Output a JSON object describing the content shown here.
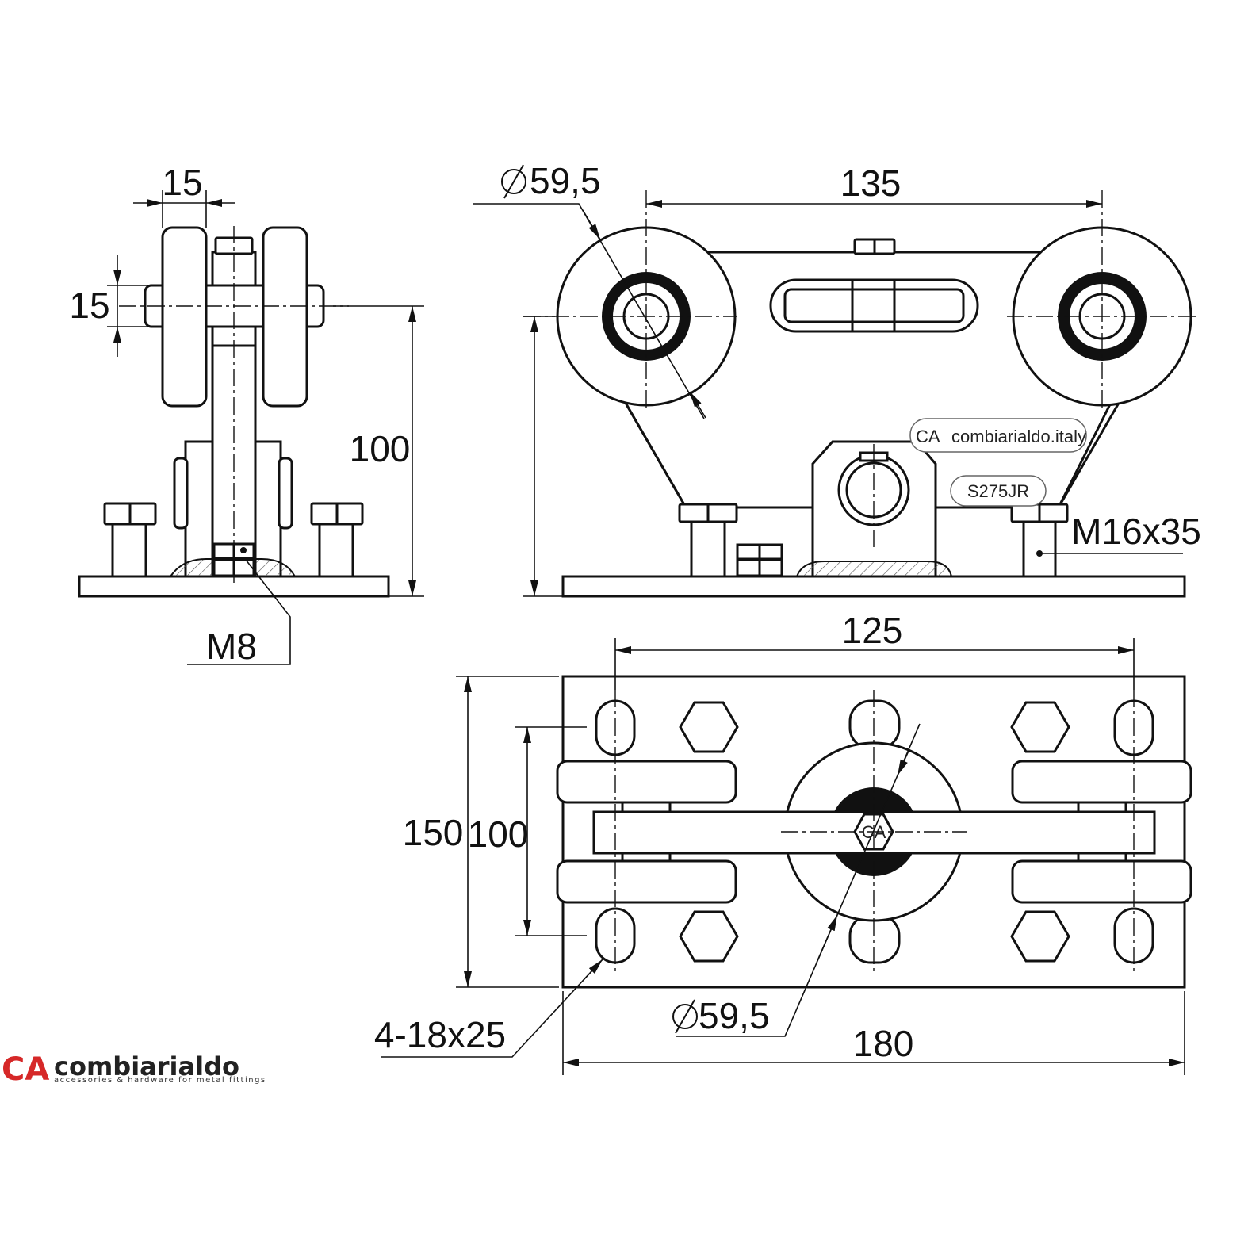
{
  "brand": {
    "logo_letters": "CA",
    "name": "combiarialdo",
    "tagline": "accessories & hardware for metal fittings",
    "color": "#d62828"
  },
  "side_view": {
    "dim_top_width": "15",
    "dim_hole": "15",
    "dim_height": "100",
    "nut_label": "M8"
  },
  "front_view": {
    "dim_diameter": "59,5",
    "dim_wheel_spacing": "135",
    "bolt_label": "M16x35",
    "engraving_logo": "combiarialdo.italy",
    "engraving_code": "S275JR"
  },
  "top_view": {
    "dim_slot_spacing": "125",
    "dim_plate_depth": "150",
    "dim_slot_depth": "100",
    "dim_diameter": "59,5",
    "dim_plate_width": "180",
    "slot_label": "4-18x25"
  }
}
